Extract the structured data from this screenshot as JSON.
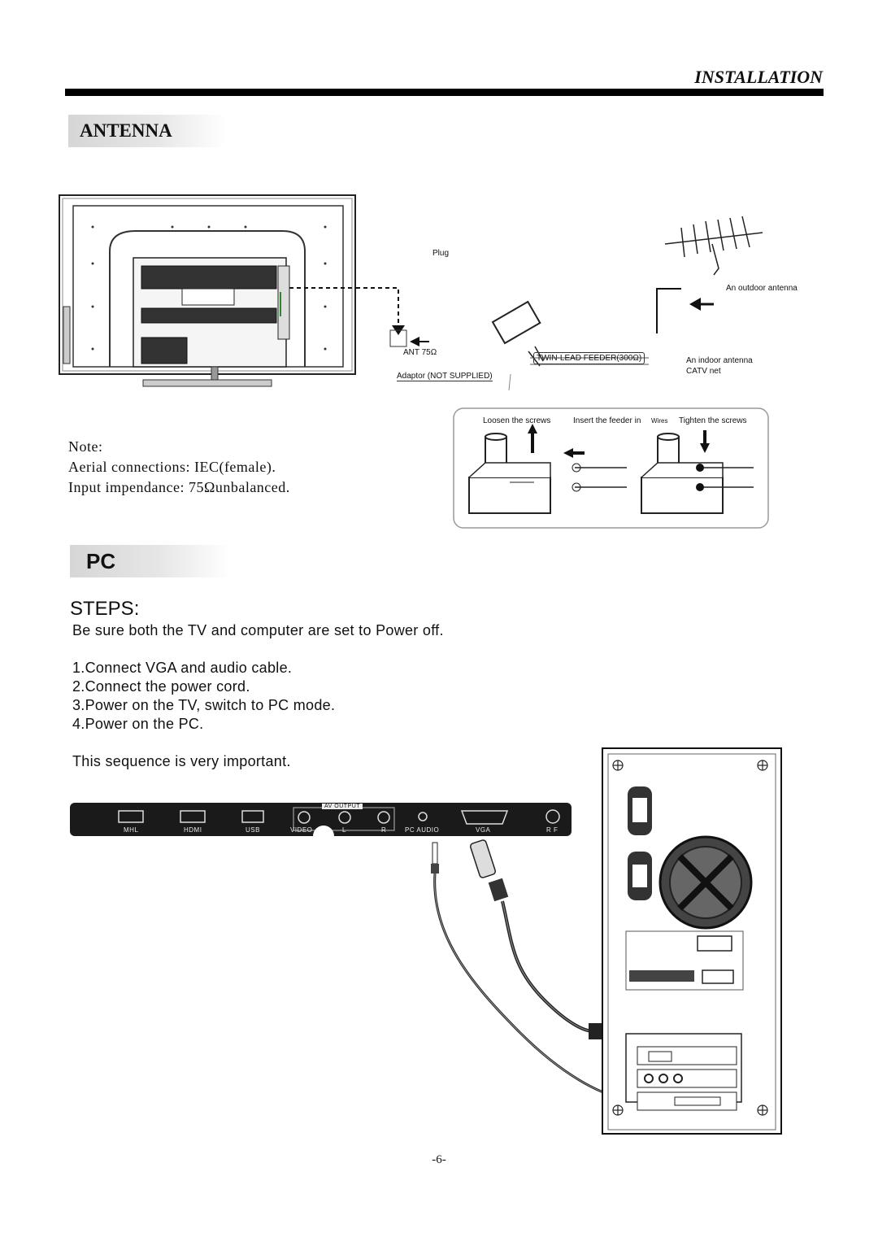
{
  "header": {
    "title": "INSTALLATION"
  },
  "antenna": {
    "section_title": "ANTENNA",
    "labels": {
      "plug": "Plug",
      "outdoor_antenna": "An outdoor antenna",
      "ant": "ANT 75Ω",
      "twin_lead": "TWIN-LEAD FEEDER(300Ω)",
      "indoor_antenna": "An indoor antenna",
      "catv": "CATV net",
      "adaptor": "Adaptor  (NOT SUPPLIED)",
      "loosen": "Loosen the screws",
      "insert": "Insert the feeder in",
      "wires": "Wires",
      "tighten": "Tighten the screws"
    },
    "note": {
      "title": "Note:",
      "line1": "Aerial connections: IEC(female).",
      "line2": "Input impendance: 75Ωunbalanced."
    }
  },
  "pc": {
    "section_title": "PC",
    "steps_title": "STEPS:",
    "intro": "Be sure both the TV and computer are set to  Power off.",
    "steps": [
      "1.Connect VGA  and audio cable.",
      "2.Connect the power cord.",
      "3.Power on the TV, switch  to PC mode.",
      "4.Power on the PC."
    ],
    "closing": "This sequence is very important.",
    "panel": {
      "av_output": "AV OUTPUT",
      "ports": [
        "MHL",
        "HDMI",
        "USB",
        "VIDEO",
        "L",
        "R",
        "PC AUDIO",
        "VGA",
        "R F"
      ]
    }
  },
  "footer": {
    "page_number": "-6-"
  }
}
